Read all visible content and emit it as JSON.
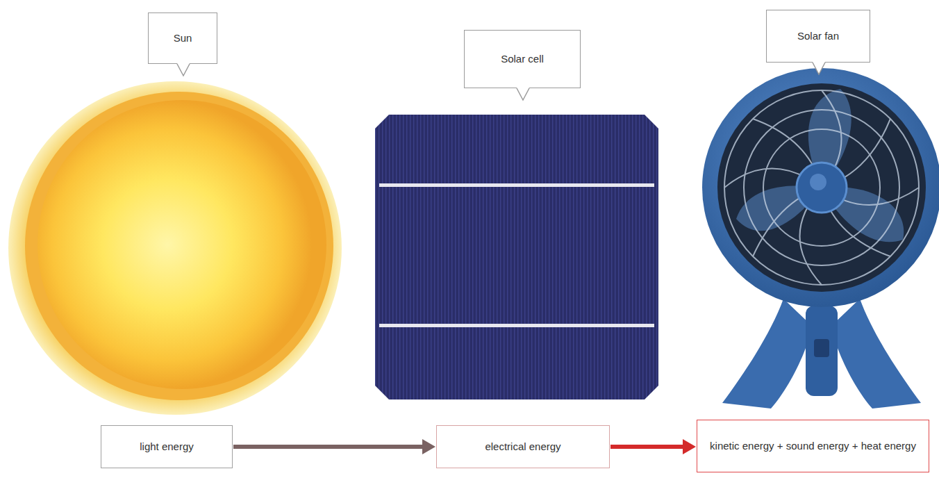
{
  "diagram": {
    "nodes": [
      {
        "text": [
          "Sun"
        ]
      },
      {
        "text": [
          "Solar cell"
        ]
      },
      {
        "text": [
          "Solar fan"
        ]
      },
      {
        "text": [
          "light energy"
        ]
      },
      {
        "text": [
          "electrical energy"
        ]
      },
      {
        "text": [
          "kinetic energy + sound energy + heat energy"
        ]
      }
    ],
    "edges": [
      {
        "from": 3,
        "to": 4,
        "arrow": "to"
      },
      {
        "from": 4,
        "to": 5,
        "arrow": "to"
      }
    ]
  }
}
